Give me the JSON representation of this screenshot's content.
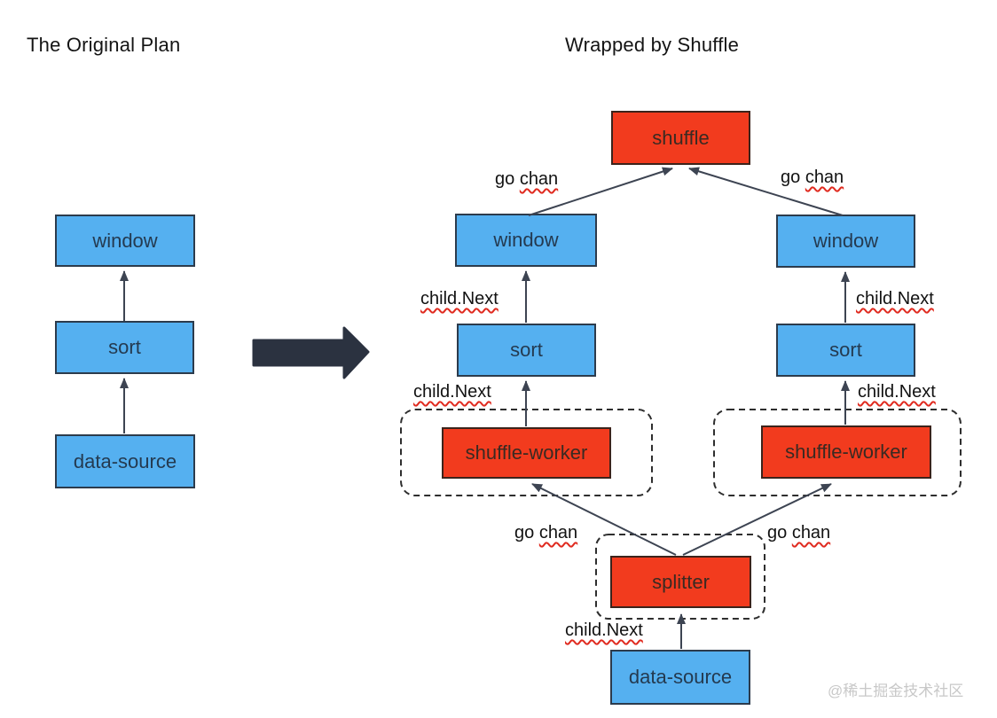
{
  "left_panel": {
    "title": "The Original Plan",
    "nodes": {
      "window": "window",
      "sort": "sort",
      "data_source": "data-source"
    }
  },
  "right_panel": {
    "title": "Wrapped by Shuffle",
    "nodes": {
      "shuffle": "shuffle",
      "window_left": "window",
      "window_right": "window",
      "sort_left": "sort",
      "sort_right": "sort",
      "shuffle_worker_left": "shuffle-worker",
      "shuffle_worker_right": "shuffle-worker",
      "splitter": "splitter",
      "data_source": "data-source"
    }
  },
  "edge_labels": {
    "go_chan": {
      "plain": "go ",
      "misspelled": "chan"
    },
    "child_next": "child.Next"
  },
  "watermark": "@稀土掘金技术社区",
  "colors": {
    "node_blue": "#55b0f0",
    "node_red": "#f23b1e",
    "line": "#3d4452",
    "big_arrow": "#2b3240",
    "squiggle": "#e02b20",
    "watermark_gray": "#c8c8c8"
  }
}
